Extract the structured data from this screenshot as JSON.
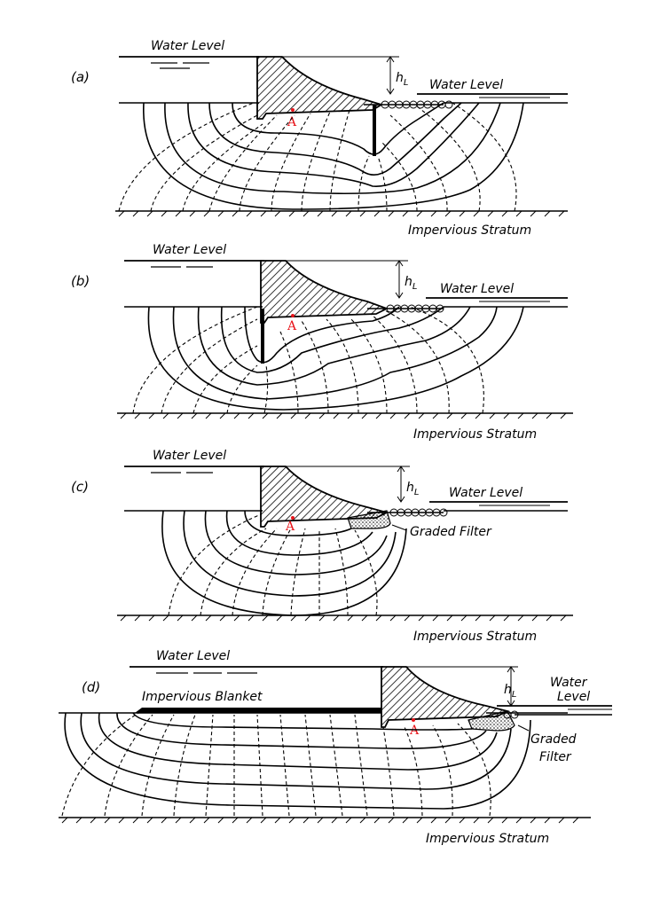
{
  "panels": [
    {
      "id": "a",
      "label": "(a)",
      "head_label": "h",
      "head_sub": "L",
      "upstream_label": "Water Level",
      "downstream_label": "Water Level",
      "point_label": "A",
      "base_label": "Impervious Stratum"
    },
    {
      "id": "b",
      "label": "(b)",
      "head_label": "h",
      "head_sub": "L",
      "upstream_label": "Water Level",
      "downstream_label": "Water Level",
      "point_label": "A",
      "base_label": "Impervious Stratum"
    },
    {
      "id": "c",
      "label": "(c)",
      "head_label": "h",
      "head_sub": "L",
      "upstream_label": "Water Level",
      "downstream_label": "Water Level",
      "point_label": "A",
      "filter_label": "Graded Filter",
      "base_label": "Impervious Stratum"
    },
    {
      "id": "d",
      "label": "(d)",
      "head_label": "h",
      "head_sub": "L",
      "upstream_label": "Water Level",
      "blanket_label": "Impervious Blanket",
      "downstream_label_1": "Water",
      "downstream_label_2": "Level",
      "point_label": "A",
      "filter_label_1": "Graded",
      "filter_label_2": "Filter",
      "base_label": "Impervious Stratum"
    }
  ],
  "colors": {
    "ink": "#000000",
    "point": "#e8141a"
  }
}
